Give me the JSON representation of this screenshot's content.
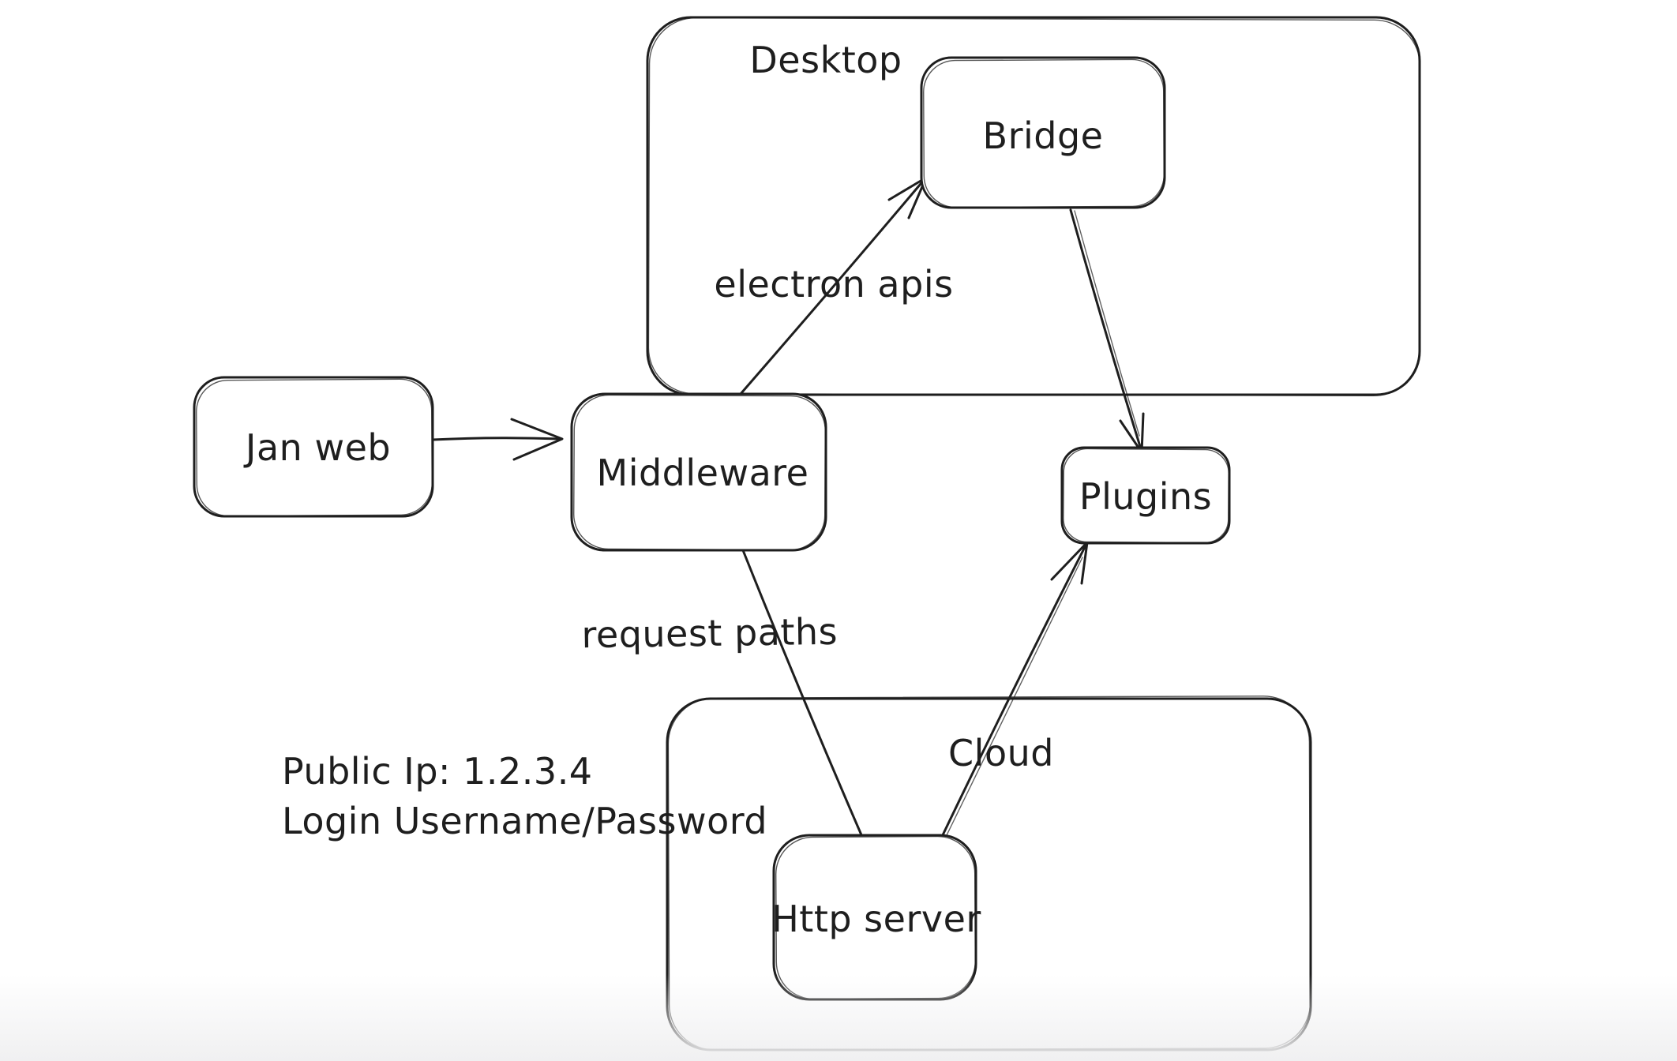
{
  "app": {
    "type": "hand-drawn architecture diagram",
    "colors": {
      "stroke": "#1e1e1e",
      "background": "#ffffff",
      "bottom_fade": "#f0f0f1"
    }
  },
  "diagram": {
    "containers": [
      {
        "id": "desktop",
        "label": "Desktop"
      },
      {
        "id": "cloud",
        "label": "Cloud"
      }
    ],
    "nodes": [
      {
        "id": "jan-web",
        "label": "Jan web"
      },
      {
        "id": "middleware",
        "label": "Middleware"
      },
      {
        "id": "bridge",
        "label": "Bridge"
      },
      {
        "id": "plugins",
        "label": "Plugins"
      },
      {
        "id": "http-server",
        "label": "Http server"
      }
    ],
    "edges": [
      {
        "from": "jan-web",
        "to": "middleware",
        "label": "",
        "arrowhead": "open"
      },
      {
        "from": "middleware",
        "to": "bridge",
        "label": "electron apis",
        "arrowhead": "open"
      },
      {
        "from": "bridge",
        "to": "plugins",
        "label": "",
        "arrowhead": "open"
      },
      {
        "from": "middleware",
        "to": "http-server",
        "label": "request paths",
        "arrowhead": "none"
      },
      {
        "from": "http-server",
        "to": "plugins",
        "label": "",
        "arrowhead": "open"
      }
    ],
    "annotations": [
      {
        "text": "Public Ip: 1.2.3.4"
      },
      {
        "text": "Login Username/Password"
      }
    ]
  }
}
